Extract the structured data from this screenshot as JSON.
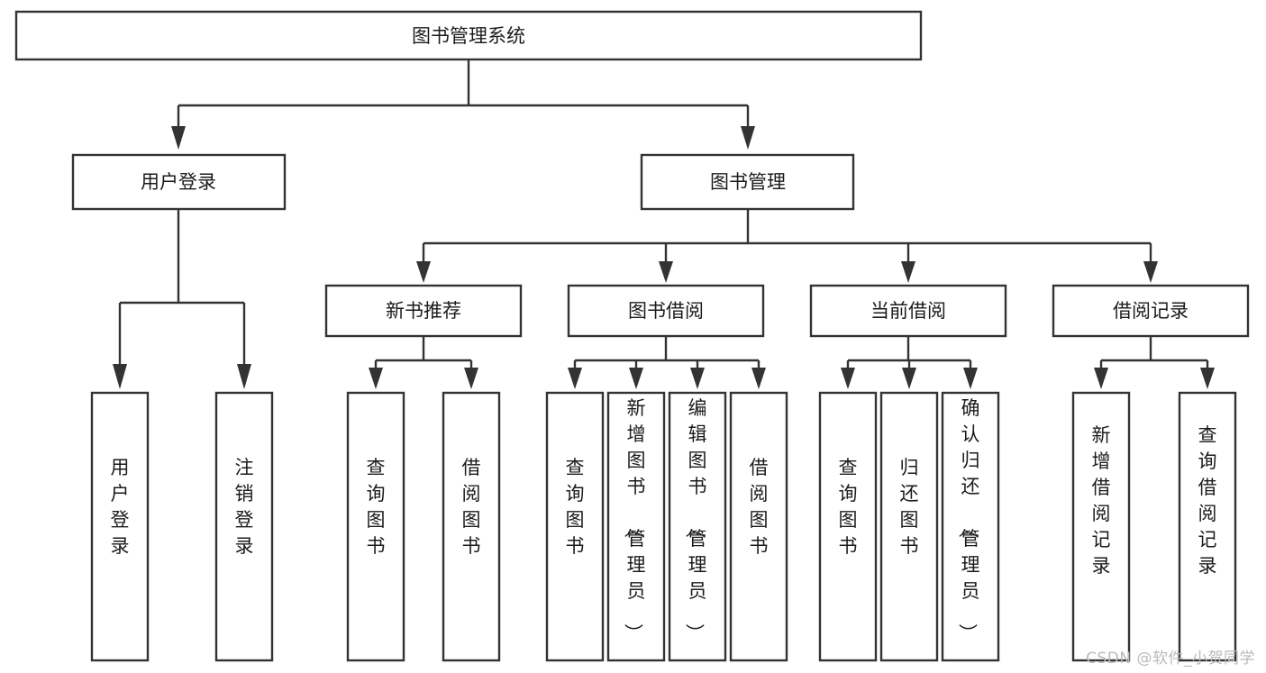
{
  "diagram": {
    "type": "tree-hierarchy-chart",
    "title": "图书管理系统",
    "orientation": "top-down",
    "colors": {
      "box_stroke": "#333333",
      "box_fill": "#ffffff",
      "text": "#1b1b1b",
      "background": "#ffffff",
      "watermark": "#b9b9b9"
    },
    "root": {
      "label": "图书管理系统"
    },
    "level2": [
      {
        "label": "用户登录"
      },
      {
        "label": "图书管理"
      }
    ],
    "level3": [
      {
        "label": "新书推荐"
      },
      {
        "label": "图书借阅"
      },
      {
        "label": "当前借阅"
      },
      {
        "label": "借阅记录"
      }
    ],
    "leaves": {
      "user_login": [
        {
          "label": "用户登录"
        },
        {
          "label": "注销登录"
        }
      ],
      "new_book_recommend": [
        {
          "label": "查询图书"
        },
        {
          "label": "借阅图书"
        }
      ],
      "book_borrow": [
        {
          "label": "查询图书"
        },
        {
          "label": "新增图书（管理员）"
        },
        {
          "label": "编辑图书（管理员）"
        },
        {
          "label": "借阅图书"
        }
      ],
      "current_borrow": [
        {
          "label": "查询图书"
        },
        {
          "label": "归还图书"
        },
        {
          "label": "确认归还（管理员）"
        }
      ],
      "borrow_record": [
        {
          "label": "新增借阅记录"
        },
        {
          "label": "查询借阅记录"
        }
      ]
    }
  },
  "watermark": {
    "text": "CSDN @软件_小贺同学"
  }
}
